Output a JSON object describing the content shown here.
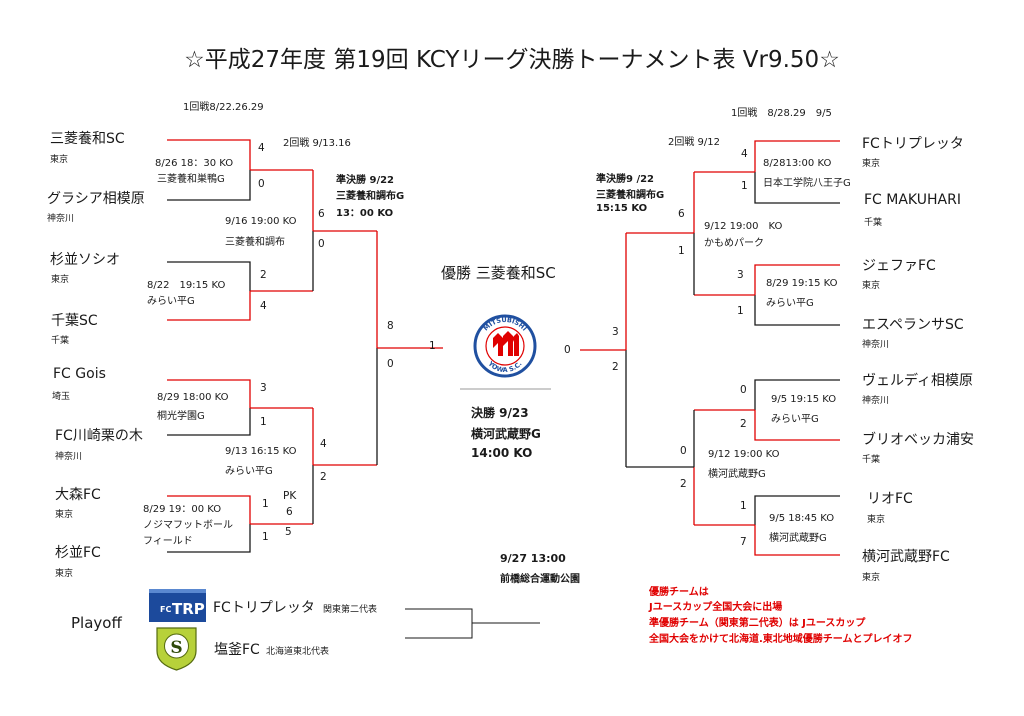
{
  "title": "☆平成27年度 第19回 KCYリーグ決勝トーナメント表 Vr9.50☆",
  "left": {
    "round1_header": "1回戦8/22.26.29",
    "round2_header": "2回戦 9/13.16",
    "teams": [
      {
        "name": "三菱養和SC",
        "region": "東京"
      },
      {
        "name": "グラシア相模原",
        "region": "神奈川"
      },
      {
        "name": "杉並ソシオ",
        "region": "東京"
      },
      {
        "name": "千葉SC",
        "region": "千葉"
      },
      {
        "name": "FC Gois",
        "region": "埼玉"
      },
      {
        "name": "FC川崎栗の木",
        "region": "神奈川"
      },
      {
        "name": "大森FC",
        "region": "東京"
      },
      {
        "name": "杉並FC",
        "region": "東京"
      }
    ],
    "r1": [
      {
        "date": "8/26 18：30 KO",
        "venue": "三菱養和巣鴨G",
        "top": "4",
        "bottom": "0"
      },
      {
        "date": "8/22　19:15 KO",
        "venue": "みらい平G",
        "top": "2",
        "bottom": "4"
      },
      {
        "date": "8/29 18:00 KO",
        "venue": "桐光学園G",
        "top": "3",
        "bottom": "1"
      },
      {
        "date": "8/29 19：00 KO",
        "venue": "ノジマフットボール",
        "venue2": "フィールド",
        "top": "1",
        "pk": "PK",
        "pk_top": "6",
        "pk_bottom": "5",
        "bottom": "1"
      }
    ],
    "r2": [
      {
        "date": "9/16 19:00 KO",
        "venue": "三菱養和調布",
        "top": "6",
        "bottom": "0"
      },
      {
        "date": "9/13 16:15 KO",
        "venue": "みらい平G",
        "top": "4",
        "bottom": "2"
      }
    ],
    "semi": {
      "label": "準決勝 9/22",
      "venue": "三菱養和調布G",
      "time": "13：00 KO",
      "top": "8",
      "bottom": "0"
    },
    "final_score": "1"
  },
  "right": {
    "round1_header": "1回戦　8/28.29　9/5",
    "round2_header": "2回戦 9/12",
    "teams": [
      {
        "name": "FCトリプレッタ",
        "region": "東京"
      },
      {
        "name": "FC MAKUHARI",
        "region": "千葉"
      },
      {
        "name": "ジェファFC",
        "region": "東京"
      },
      {
        "name": "エスペランサSC",
        "region": "神奈川"
      },
      {
        "name": "ヴェルディ相模原",
        "region": "神奈川"
      },
      {
        "name": "ブリオベッカ浦安",
        "region": "千葉"
      },
      {
        "name": "リオFC",
        "region": "東京"
      },
      {
        "name": "横河武蔵野FC",
        "region": "東京"
      }
    ],
    "r1": [
      {
        "date": "8/2813:00 KO",
        "venue": "日本工学院八王子G",
        "top": "4",
        "bottom": "1"
      },
      {
        "date": "8/29 19:15 KO",
        "venue": "みらい平G",
        "top": "3",
        "bottom": "1"
      },
      {
        "date": "9/5 19:15 KO",
        "venue": "みらい平G",
        "top": "0",
        "bottom": "2"
      },
      {
        "date": "9/5 18:45 KO",
        "venue": "横河武蔵野G",
        "top": "1",
        "bottom": "7"
      }
    ],
    "r2": [
      {
        "date": "9/12 19:00　KO",
        "venue": "かもめパーク",
        "top": "6",
        "bottom": "1"
      },
      {
        "date": "9/12 19:00 KO",
        "venue": "横河武蔵野G",
        "top": "0",
        "bottom": "2"
      }
    ],
    "semi": {
      "label": "準決勝9 /22",
      "venue": "三菱養和調布G",
      "time": "15:15 KO",
      "top": "3",
      "bottom": "2"
    },
    "final_score": "0"
  },
  "center": {
    "champion": "優勝 三菱養和SC",
    "logo_text_top": "MITSUBISHI",
    "logo_text_bottom": "YOWA S.C.",
    "final_label": "決勝 9/23",
    "final_venue": "横河武蔵野G",
    "final_time": "14:00 KO"
  },
  "playoff": {
    "label": "Playoff",
    "date": "9/27 13:00",
    "venue": "前橋総合運動公園",
    "teams": [
      {
        "name": "FCトリプレッタ",
        "tag": "関東第二代表",
        "logo_text": "TRP",
        "logo_prefix": "FC"
      },
      {
        "name": "塩釜FC",
        "tag": "北海道東北代表",
        "logo_text": "S"
      }
    ]
  },
  "notes": [
    "優勝チームは",
    "Jユースカップ全国大会に出場",
    "準優勝チーム（関東第二代表）は Jユースカップ",
    "全国大会をかけて北海道.東北地域優勝チームとプレイオフ"
  ],
  "colors": {
    "winner_line": "#e00000",
    "line": "#1a1a1a",
    "notes": "#e00000",
    "logo_blue": "#2050a0"
  }
}
